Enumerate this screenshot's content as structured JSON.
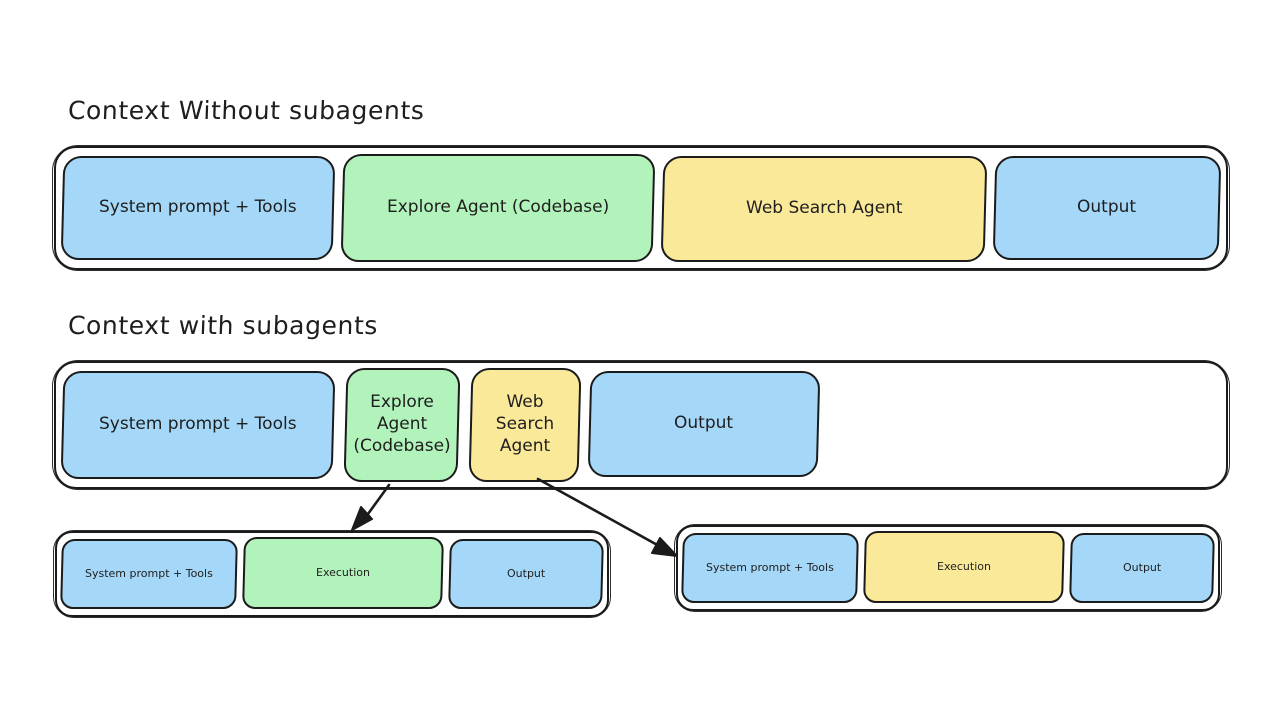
{
  "sections": {
    "without": {
      "title": "Context Without subagents",
      "blocks": [
        {
          "label": "System prompt + Tools",
          "color": "#a5d8f8"
        },
        {
          "label": "Explore Agent (Codebase)",
          "color": "#b2f2bb"
        },
        {
          "label": "Web Search Agent",
          "color": "#fbe99a"
        },
        {
          "label": "Output",
          "color": "#a5d8f8"
        }
      ]
    },
    "with": {
      "title": "Context with subagents",
      "blocks": [
        {
          "label": "System prompt + Tools",
          "color": "#a5d8f8"
        },
        {
          "label": "Explore Agent (Codebase)",
          "color": "#b2f2bb"
        },
        {
          "label": "Web Search Agent",
          "color": "#fbe99a"
        },
        {
          "label": "Output",
          "color": "#a5d8f8"
        }
      ]
    },
    "subagent_left": {
      "blocks": [
        {
          "label": "System prompt + Tools",
          "color": "#a5d8f8"
        },
        {
          "label": "Execution",
          "color": "#b2f2bb"
        },
        {
          "label": "Output",
          "color": "#a5d8f8"
        }
      ]
    },
    "subagent_right": {
      "blocks": [
        {
          "label": "System prompt + Tools",
          "color": "#a5d8f8"
        },
        {
          "label": "Execution",
          "color": "#fbe99a"
        },
        {
          "label": "Output",
          "color": "#a5d8f8"
        }
      ]
    }
  },
  "arrows": [
    {
      "name": "explore-agent-to-left-subagent",
      "from": "Explore Agent (Codebase)",
      "to": "subagent_left"
    },
    {
      "name": "web-search-agent-to-right-subagent",
      "from": "Web Search Agent",
      "to": "subagent_right"
    }
  ],
  "palette": {
    "blue": "#a5d8f8",
    "green": "#b2f2bb",
    "yellow": "#fbe99a",
    "stroke": "#1b1b1b",
    "background": "#ffffff"
  }
}
